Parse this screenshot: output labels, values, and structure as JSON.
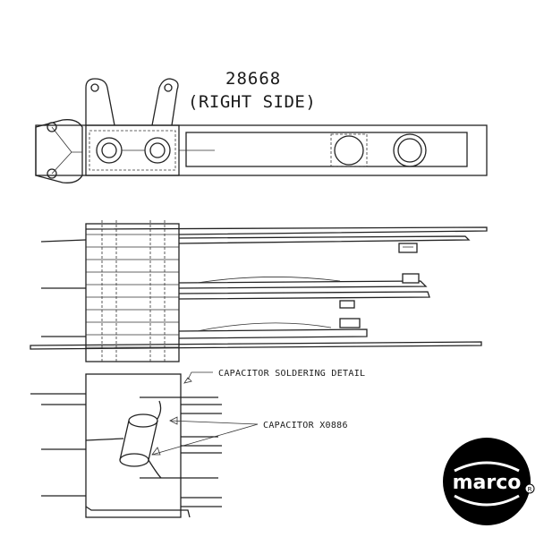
{
  "diagram": {
    "part_number": "28668",
    "side_label": "(RIGHT SIDE)",
    "callouts": {
      "soldering_detail": "CAPACITOR SOLDERING DETAIL",
      "capacitor": "CAPACITOR X0886"
    }
  },
  "logo": {
    "text": "marco",
    "color": "#000000"
  }
}
